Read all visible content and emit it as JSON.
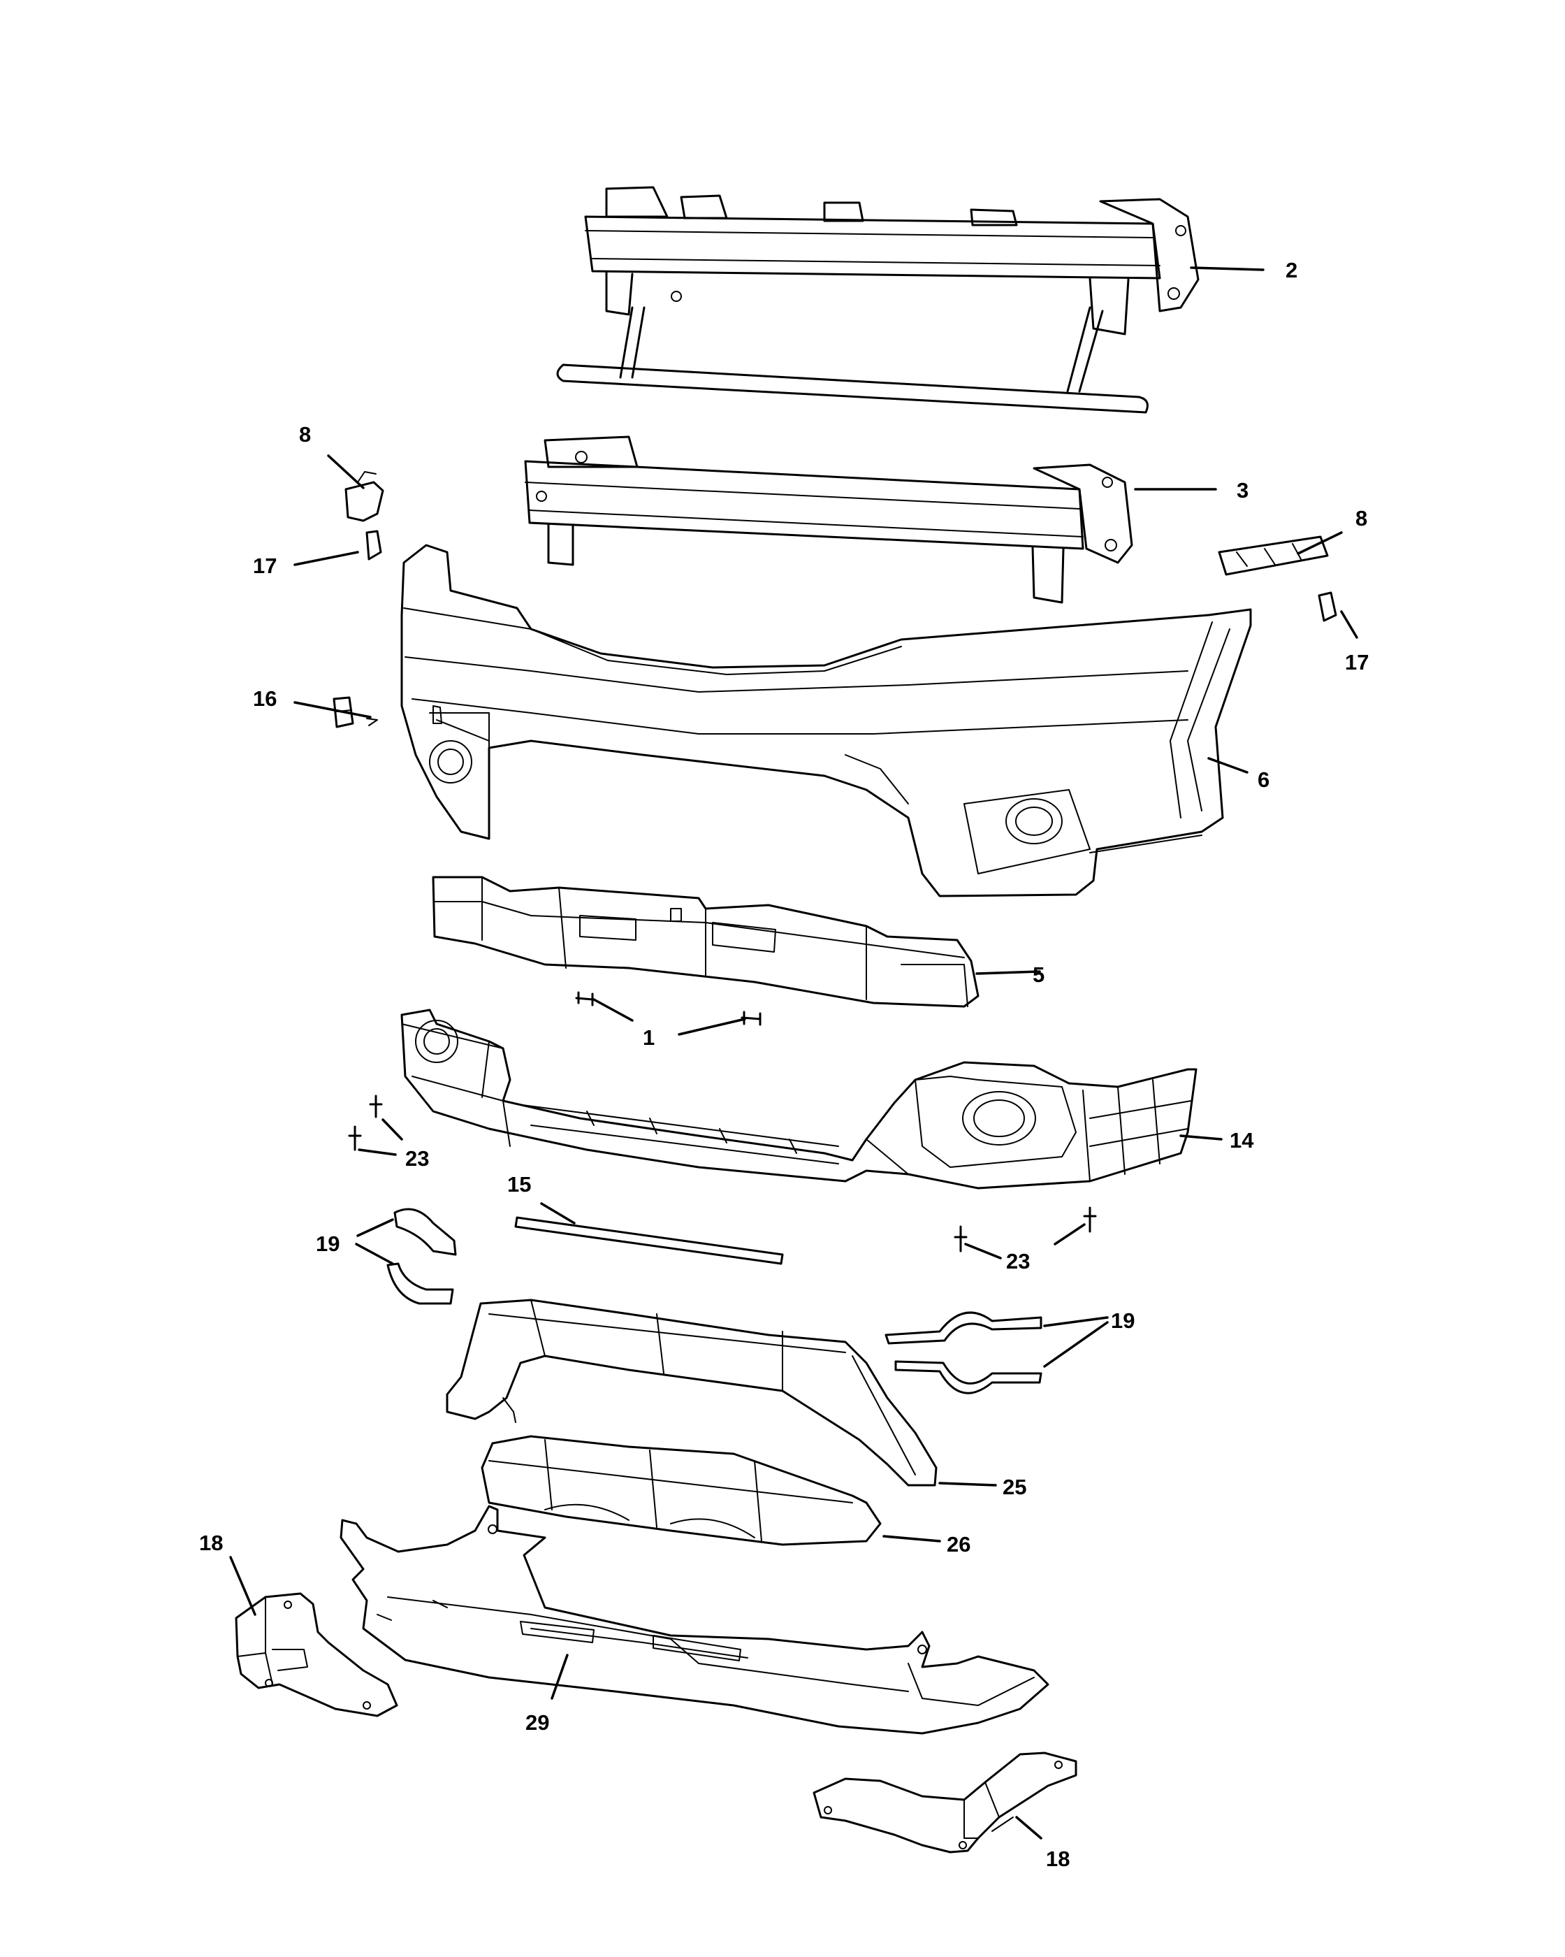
{
  "callouts": {
    "c1": "1",
    "c2": "2",
    "c3": "3",
    "c5": "5",
    "c6": "6",
    "c8": "8",
    "c14": "14",
    "c15": "15",
    "c16": "16",
    "c17": "17",
    "c18": "18",
    "c19": "19",
    "c23": "23",
    "c25": "25",
    "c26": "26",
    "c29": "29"
  }
}
